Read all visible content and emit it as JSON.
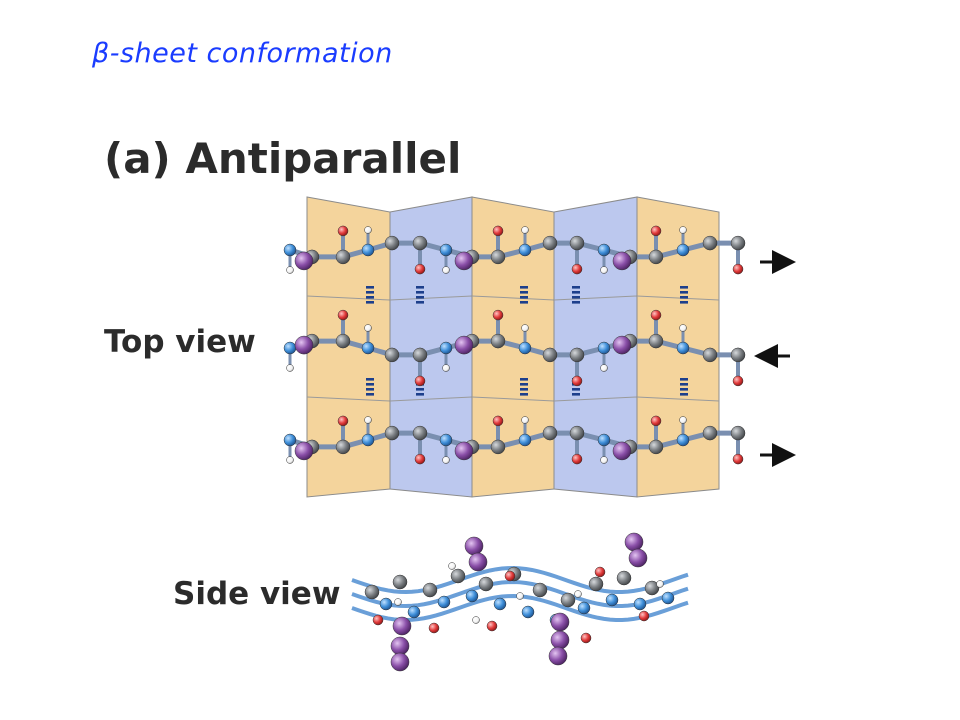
{
  "slide_title": "β-sheet conformation",
  "panel_label": "(a) Antiparallel",
  "top_view_label": "Top view",
  "side_view_label": "Side view",
  "colors": {
    "title": "#1a3cff",
    "plane_tan": "#f4d49c",
    "plane_blue": "#bcc8ee",
    "carbon": "#7b7f83",
    "nitrogen": "#3f8fd9",
    "oxygen": "#e23b3b",
    "hydrogen": "#ffffff",
    "r_group": "#8a4fa8",
    "hbond": "#1d3f8c"
  },
  "strand_directions": [
    "right-arrow",
    "left-arrow",
    "right-arrow"
  ]
}
